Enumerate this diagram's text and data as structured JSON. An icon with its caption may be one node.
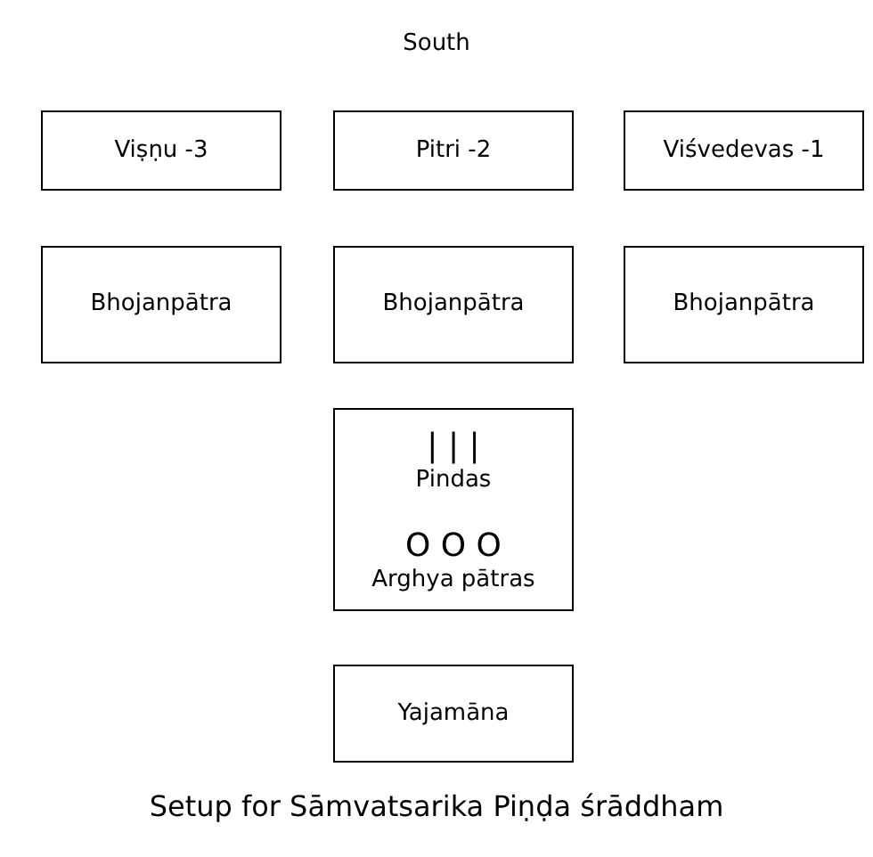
{
  "diagram": {
    "caption": "Setup for Sāmvatsarika Piṇḍa śrāddham",
    "nodes": [
      {
        "text": [
          "Viṣṇu -3"
        ]
      },
      {
        "text": [
          "Pitri -2"
        ]
      },
      {
        "text": [
          "Viśvedevas -1"
        ]
      },
      {
        "text": [
          "Bhojanpātra"
        ]
      },
      {
        "text": [
          "Bhojanpātra"
        ]
      },
      {
        "text": [
          "Bhojanpātra"
        ]
      },
      {
        "text": [
          "| | |",
          "Pindas"
        ]
      },
      {
        "text": [
          "O O O",
          "Arghya pātras"
        ]
      },
      {
        "text": [
          "Yajamāna"
        ]
      }
    ],
    "labels": [
      "South"
    ]
  }
}
